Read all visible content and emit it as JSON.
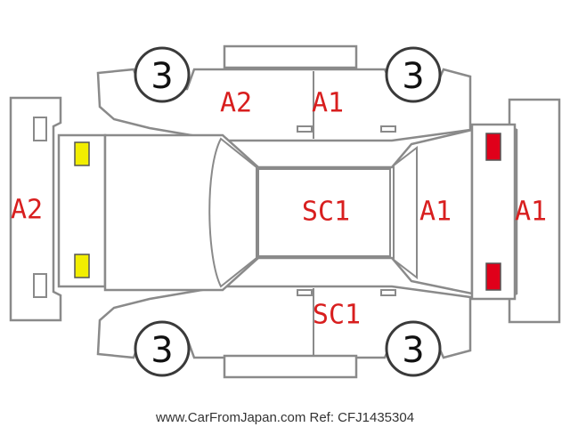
{
  "colors": {
    "damage_label": "#d81e1e",
    "light_yellow": "#f2ee00",
    "light_red": "#e0001a",
    "outline": "#8a8a8a"
  },
  "tires": {
    "front_left": "3",
    "front_right": "3",
    "rear_left": "3",
    "rear_right": "3"
  },
  "damage_codes": {
    "front_bumper": "A2",
    "left_front_door": "A2",
    "left_rear_door": "A1",
    "roof": "SC1",
    "rear_window": "A1",
    "rear_bumper": "A1",
    "right_rear_door": "SC1"
  },
  "footer": {
    "text": "www.CarFromJapan.com Ref: CFJ1435304"
  }
}
